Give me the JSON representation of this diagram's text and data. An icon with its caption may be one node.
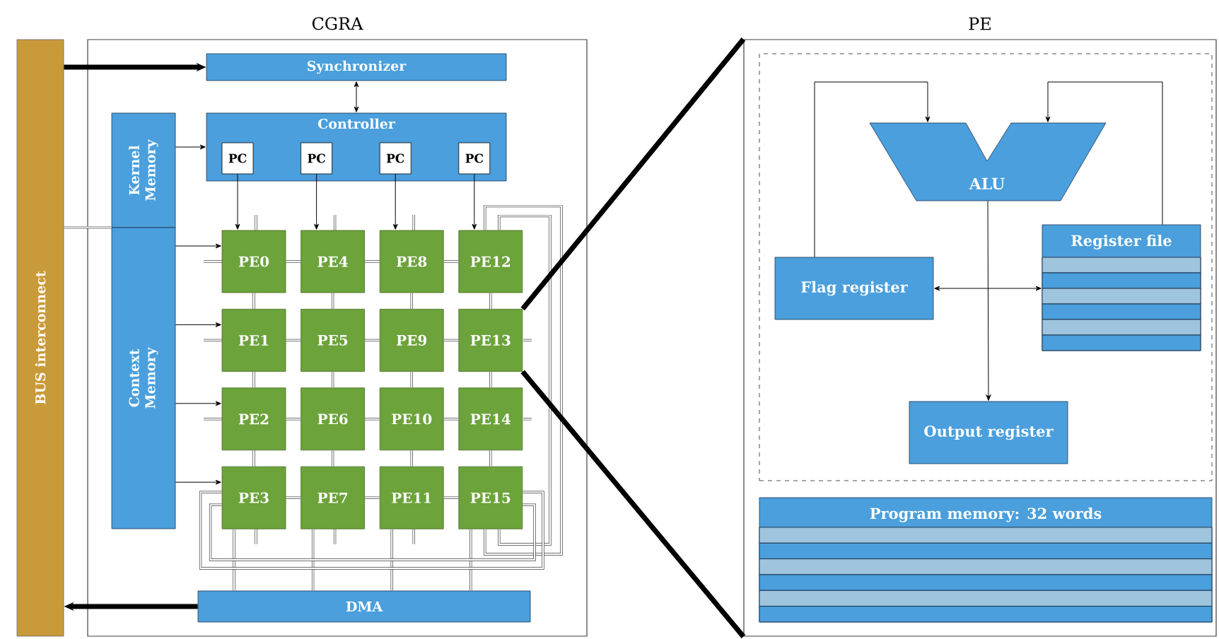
{
  "diagram": {
    "nodes": [
      {
        "text": [
          "CGRA"
        ]
      },
      {
        "text": [
          "PE"
        ]
      },
      {
        "text": [
          "BUS interconnect"
        ]
      },
      {
        "text": [
          "Synchronizer"
        ],
        "in": 0
      },
      {
        "text": [
          "Controller"
        ],
        "in": 0
      },
      {
        "text": [
          "PC"
        ],
        "in": 4
      },
      {
        "text": [
          "PC"
        ],
        "in": 4
      },
      {
        "text": [
          "PC"
        ],
        "in": 4
      },
      {
        "text": [
          "PC"
        ],
        "in": 4
      },
      {
        "text": [
          "Kernel Memory"
        ],
        "in": 0
      },
      {
        "text": [
          "Context Memory"
        ],
        "in": 0
      },
      {
        "text": [
          "PE0"
        ],
        "in": 0
      },
      {
        "text": [
          "PE1"
        ],
        "in": 0
      },
      {
        "text": [
          "PE2"
        ],
        "in": 0
      },
      {
        "text": [
          "PE3"
        ],
        "in": 0
      },
      {
        "text": [
          "PE4"
        ],
        "in": 0
      },
      {
        "text": [
          "PE5"
        ],
        "in": 0
      },
      {
        "text": [
          "PE6"
        ],
        "in": 0
      },
      {
        "text": [
          "PE7"
        ],
        "in": 0
      },
      {
        "text": [
          "PE8"
        ],
        "in": 0
      },
      {
        "text": [
          "PE9"
        ],
        "in": 0
      },
      {
        "text": [
          "PE10"
        ],
        "in": 0
      },
      {
        "text": [
          "PE11"
        ],
        "in": 0
      },
      {
        "text": [
          "PE12"
        ],
        "in": 0
      },
      {
        "text": [
          "PE13"
        ],
        "in": 0
      },
      {
        "text": [
          "PE14"
        ],
        "in": 0
      },
      {
        "text": [
          "PE15"
        ],
        "in": 0
      },
      {
        "text": [
          "DMA"
        ],
        "in": 0
      },
      {
        "text": [],
        "shape": "box",
        "in": 1
      },
      {
        "text": [
          "ALU"
        ],
        "in": 28
      },
      {
        "text": [
          "Register file"
        ],
        "in": 28
      },
      {
        "text": [
          "Flag register"
        ],
        "in": 28
      },
      {
        "text": [
          "Output register"
        ],
        "in": 28
      },
      {
        "text": [
          "Program memory: 32 words"
        ],
        "in": 1
      }
    ],
    "edges": [
      {
        "from": 2,
        "to": 3,
        "arrow": "to",
        "style": "thick"
      },
      {
        "from": 27,
        "to": 2,
        "arrow": "to",
        "style": "thick"
      },
      {
        "from": 3,
        "to": 4,
        "arrow": "both"
      },
      {
        "from": 9,
        "to": 4,
        "arrow": "to"
      },
      {
        "from": 5,
        "to": 11,
        "arrow": "to"
      },
      {
        "from": 6,
        "to": 15,
        "arrow": "to"
      },
      {
        "from": 7,
        "to": 19,
        "arrow": "to"
      },
      {
        "from": 8,
        "to": 23,
        "arrow": "to"
      },
      {
        "from": 10,
        "to": 11,
        "arrow": "to"
      },
      {
        "from": 10,
        "to": 12,
        "arrow": "to"
      },
      {
        "from": 10,
        "to": 13,
        "arrow": "to"
      },
      {
        "from": 10,
        "to": 14,
        "arrow": "to"
      },
      {
        "from": 2,
        "to": 10,
        "arrow": "none"
      },
      {
        "from": 11,
        "to": 15,
        "arrow": "none"
      },
      {
        "from": 15,
        "to": 19,
        "arrow": "none"
      },
      {
        "from": 19,
        "to": 23,
        "arrow": "none"
      },
      {
        "from": 12,
        "to": 16,
        "arrow": "none"
      },
      {
        "from": 16,
        "to": 20,
        "arrow": "none"
      },
      {
        "from": 20,
        "to": 24,
        "arrow": "none"
      },
      {
        "from": 13,
        "to": 17,
        "arrow": "none"
      },
      {
        "from": 17,
        "to": 21,
        "arrow": "none"
      },
      {
        "from": 21,
        "to": 25,
        "arrow": "none"
      },
      {
        "from": 14,
        "to": 18,
        "arrow": "none"
      },
      {
        "from": 18,
        "to": 22,
        "arrow": "none"
      },
      {
        "from": 22,
        "to": 26,
        "arrow": "none"
      },
      {
        "from": 11,
        "to": 12,
        "arrow": "none"
      },
      {
        "from": 12,
        "to": 13,
        "arrow": "none"
      },
      {
        "from": 13,
        "to": 14,
        "arrow": "none"
      },
      {
        "from": 15,
        "to": 16,
        "arrow": "none"
      },
      {
        "from": 16,
        "to": 17,
        "arrow": "none"
      },
      {
        "from": 17,
        "to": 18,
        "arrow": "none"
      },
      {
        "from": 19,
        "to": 20,
        "arrow": "none"
      },
      {
        "from": 20,
        "to": 21,
        "arrow": "none"
      },
      {
        "from": 21,
        "to": 22,
        "arrow": "none"
      },
      {
        "from": 23,
        "to": 24,
        "arrow": "none"
      },
      {
        "from": 24,
        "to": 25,
        "arrow": "none"
      },
      {
        "from": 25,
        "to": 26,
        "arrow": "none"
      },
      {
        "from": 14,
        "to": 27,
        "arrow": "none"
      },
      {
        "from": 18,
        "to": 27,
        "arrow": "none"
      },
      {
        "from": 22,
        "to": 27,
        "arrow": "none"
      },
      {
        "from": 26,
        "to": 27,
        "arrow": "none"
      },
      {
        "from": 23,
        "to": 26,
        "arrow": "none"
      },
      {
        "from": 23,
        "to": 26,
        "arrow": "none"
      },
      {
        "from": 14,
        "to": 26,
        "arrow": "none"
      },
      {
        "from": 14,
        "to": 26,
        "arrow": "none"
      },
      {
        "from": 24,
        "to": 1,
        "arrow": "none",
        "style": "thick"
      },
      {
        "from": 24,
        "to": 1,
        "arrow": "none",
        "style": "thick"
      },
      {
        "from": 31,
        "to": 29,
        "arrow": "to"
      },
      {
        "from": 30,
        "to": 29,
        "arrow": "to"
      },
      {
        "from": 31,
        "to": 30,
        "arrow": "both"
      },
      {
        "from": 29,
        "to": 32,
        "arrow": "to"
      }
    ]
  }
}
